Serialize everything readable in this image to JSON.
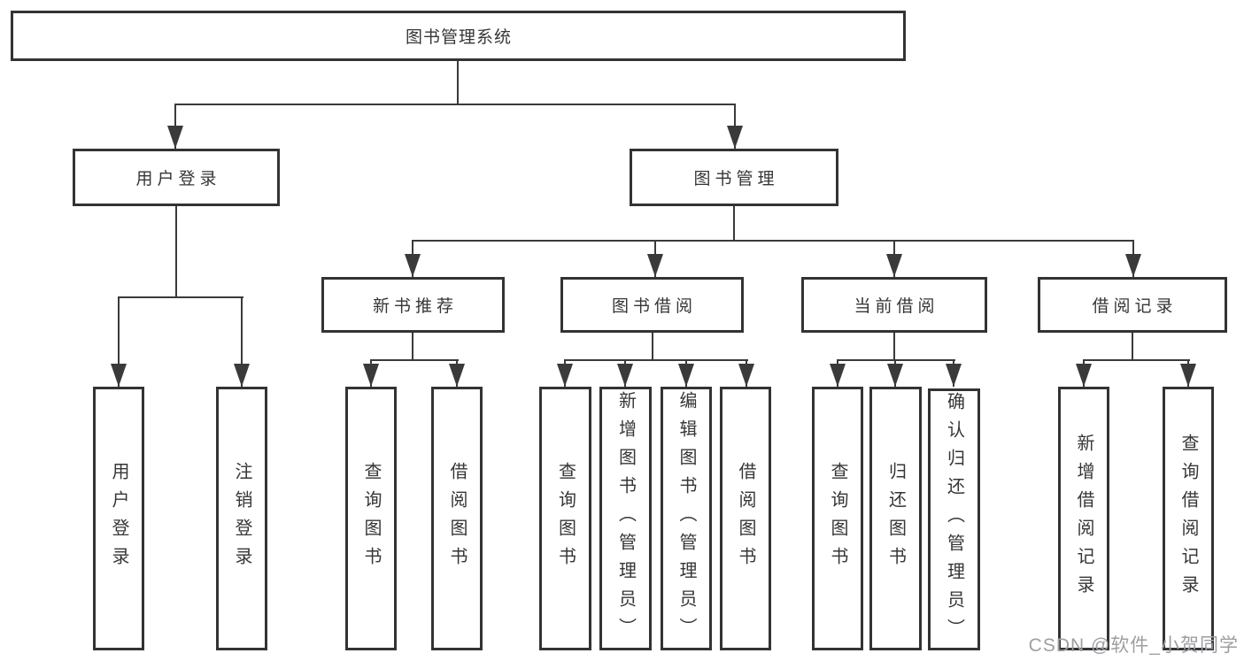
{
  "nodes": {
    "root": {
      "label": "图书管理系统"
    },
    "user_login": {
      "label": "用户登录"
    },
    "book_mgmt": {
      "label": "图书管理"
    },
    "new_book_rec": {
      "label": "新书推荐"
    },
    "book_borrow": {
      "label": "图书借阅"
    },
    "current_borrow": {
      "label": "当前借阅"
    },
    "borrow_records": {
      "label": "借阅记录"
    }
  },
  "leaves": {
    "user_login_leaf": {
      "label": "用户登录"
    },
    "logout": {
      "label": "注销登录"
    },
    "rec_query_books": {
      "label": "查询图书"
    },
    "rec_borrow_books": {
      "label": "借阅图书"
    },
    "bor_query_books": {
      "label": "查询图书"
    },
    "bor_add_books": {
      "label": "新增图书（管理员）"
    },
    "bor_edit_books": {
      "label": "编辑图书（管理员）"
    },
    "bor_borrow_books": {
      "label": "借阅图书"
    },
    "cur_query_books": {
      "label": "查询图书"
    },
    "cur_return_books": {
      "label": "归还图书"
    },
    "cur_confirm_return": {
      "label": "确认归还（管理员）"
    },
    "log_add_record": {
      "label": "新增借阅记录"
    },
    "log_query_record": {
      "label": "查询借阅记录"
    }
  },
  "watermark": {
    "text": "CSDN @软件_小贺同学"
  },
  "colors": {
    "line": "#3a3a3a",
    "border": "#333333",
    "text": "#363636",
    "watermark": "#9e9ea3"
  }
}
